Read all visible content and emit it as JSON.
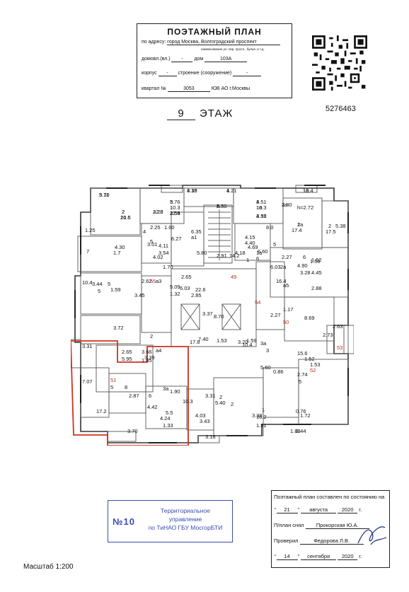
{
  "header": {
    "title": "ПОЭТАЖНЫЙ ПЛАН",
    "address_label": "по адресу:",
    "address_value": "город Москва, Волгоградский проспект",
    "address_hint": "наименование ул. пер. просп., бульв. и т.д.",
    "house_label": "домовл.(вл.)",
    "house_value": "-",
    "dom_label": "дом",
    "dom_value": "103А",
    "korpus_label": "корпус",
    "korpus_value": "-",
    "stroenie_label": "строение (сооружение)",
    "stroenie_value": "-",
    "kvartal_label": "квартал №",
    "kvartal_value": "3053",
    "okrug": "ЮВ АО г.Москвы"
  },
  "floor": {
    "number": "9",
    "label": "ЭТАЖ"
  },
  "document_id": "5276463",
  "plan": {
    "room_labels": [
      "5.11",
      "4.38",
      "1.21",
      "1а",
      "2",
      "21.5",
      "3",
      "10.3",
      "3.55",
      "3.28",
      "3",
      "10.3",
      "3.30",
      "3.52",
      "А",
      "1",
      "17.4",
      "h=2.72",
      "2",
      "17.5",
      "5.38",
      "1.25",
      "2.25",
      "4",
      "1.60",
      "3.01",
      "6.35",
      "а1",
      "5.80",
      "2.91",
      "4.15",
      "4.40",
      "4.18",
      "1а",
      "1",
      "14.2",
      "6",
      "8.0",
      "5",
      "2.27",
      "6",
      "1.58",
      "7",
      "1.7",
      "4.30",
      "5",
      "6.27",
      "4.11",
      "4.02",
      "3.54",
      "4.69",
      "6.60",
      "1.70",
      "6.03",
      "2а",
      "10.4",
      "3.44",
      "5",
      "2.62",
      "55",
      "а3",
      "5.09",
      "2.65",
      "49",
      "16.4",
      "4.90",
      "3.28",
      "1.62",
      "5",
      "1.59",
      "3.45",
      "1.32",
      "6.03",
      "2.85",
      "22.6",
      "3.37",
      "8.70",
      "54",
      "1.17",
      "а5",
      "4.45",
      "2.88",
      "2.27",
      "8.69",
      "3.72",
      "2",
      "17.8",
      "7.40",
      "1.53",
      "1.59",
      "50",
      "2.63",
      "3.31",
      "2.65",
      "5.95",
      "3.66",
      "а4",
      "3.20",
      "10.4",
      "3.39",
      "3а",
      "3",
      "15.6",
      "2.73",
      "53",
      "1.52",
      "1.53",
      "52",
      "7.07",
      "51",
      "5",
      "8",
      "3а",
      "1.85",
      "5.60",
      "0.86",
      "2.74",
      "5",
      "2.87",
      "6",
      "1.90",
      "10.3",
      "3.31",
      "5.40",
      "2",
      "17.2",
      "4.42",
      "4.24",
      "5.5",
      "1.33",
      "4.03",
      "3.43",
      "2",
      "3.38",
      "1",
      "16.2",
      "0.76",
      "1.72",
      "3.70",
      "1.91",
      "3.44",
      "3.18",
      "1.83",
      "3.70",
      "3.15",
      "4",
      "10.4",
      "2",
      "10.6",
      "5.76",
      "1",
      "22.4",
      "22.8",
      "4.51",
      "1а",
      "2а",
      "4.35",
      "5.50",
      "2а"
    ]
  },
  "stamp": {
    "code": "№10",
    "line1": "Территориальное",
    "line2": "управление",
    "line3": "по ТиНАО ГБУ МосгорБТИ"
  },
  "info": {
    "line1": "Поэтажный план составлен по состоянию на",
    "date1_day": "21",
    "date1_month": "августа",
    "date1_year": "2020",
    "year_suffix": "г.",
    "removed_label": "П/план снял",
    "removed_by": "Прокорская Ю.А.",
    "checked_label": "Проверил",
    "checked_by": "Федорова Л.В.",
    "date2_day": "14",
    "date2_month": "сентября",
    "date2_year": "2020"
  },
  "scale": "Масштаб 1:200"
}
